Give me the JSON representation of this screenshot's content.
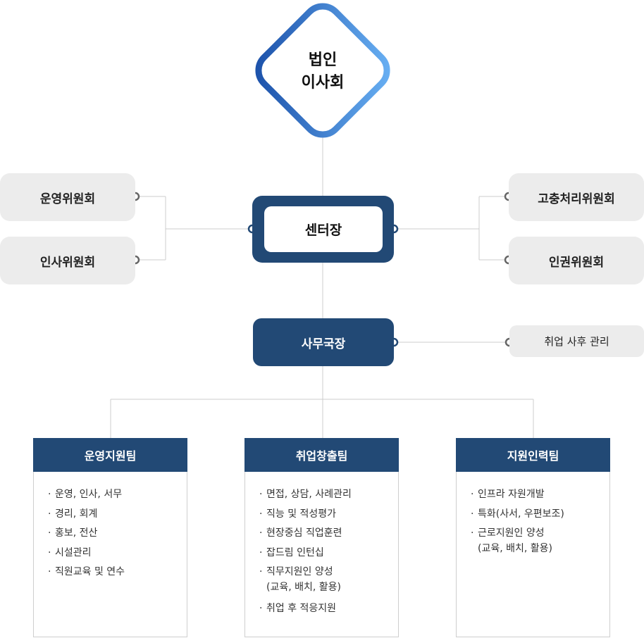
{
  "board": {
    "line1": "법인",
    "line2": "이사회"
  },
  "director": {
    "label": "센터장"
  },
  "committees_left": [
    {
      "label": "운영위원회"
    },
    {
      "label": "인사위원회"
    }
  ],
  "committees_right": [
    {
      "label": "고충처리위원회"
    },
    {
      "label": "인권위원회"
    }
  ],
  "secretary": {
    "label": "사무국장"
  },
  "after_care": {
    "label": "취업 사후 관리"
  },
  "teams": [
    {
      "title": "운영지원팀",
      "items": [
        "운영, 인사, 서무",
        "경리, 회계",
        "홍보, 전산",
        "시설관리",
        "직원교육 및 연수"
      ]
    },
    {
      "title": "취업창출팀",
      "items": [
        "면접, 상담, 사례관리",
        "직능 및 적성평가",
        "현장중심 직업훈련",
        "잡드림 인턴십",
        "직무지원인 양성",
        "(교육, 배치, 활용)",
        "취업 후 적응지원"
      ]
    },
    {
      "title": "지원인력팀",
      "items": [
        "인프라 자원개발",
        "특화(사서, 우편보조)",
        "근로지원인 양성",
        "(교육, 배치, 활용)"
      ]
    }
  ],
  "colors": {
    "navy": "#224975",
    "diamond_gradient_start": "#1a4fa8",
    "diamond_gradient_end": "#6ab2f5",
    "pill_gray": "#ececec",
    "connector_gray": "#cccccc"
  }
}
